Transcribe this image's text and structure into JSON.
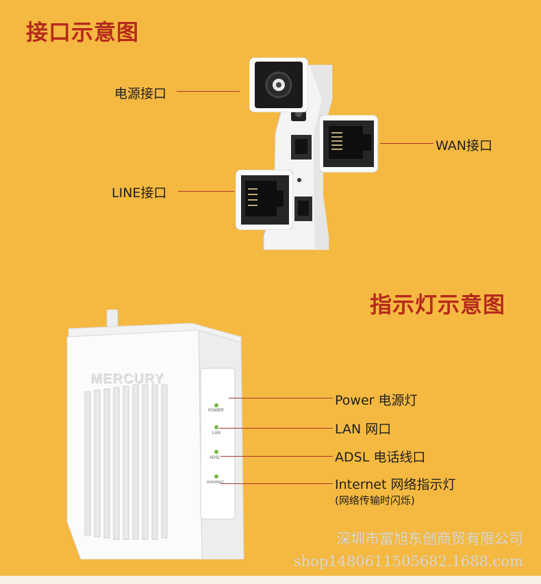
{
  "interface_section": {
    "title": "接口示意图",
    "power_label": "电源接口",
    "wan_label": "WAN接口",
    "line_label": "LINE接口"
  },
  "indicator_section": {
    "title": "指示灯示意图",
    "brand": "MERCURY",
    "leds": [
      {
        "panel_text": "POWER",
        "label": "Power 电源灯"
      },
      {
        "panel_text": "LAN",
        "label": "LAN 网口"
      },
      {
        "panel_text": "ADSL",
        "label": "ADSL 电话线口"
      },
      {
        "panel_text": "INTERNET",
        "label": "Internet 网络指示灯"
      }
    ],
    "internet_note": "(网络传输时闪烁)"
  },
  "watermark": {
    "company": "深圳市富旭东创商贸有限公司",
    "shop": "shop1480611505682.1688.com"
  },
  "colors": {
    "background": "#f5b941",
    "heading": "#b52a1c",
    "leader_line": "#a8362a",
    "led_green": "#7ab648"
  }
}
